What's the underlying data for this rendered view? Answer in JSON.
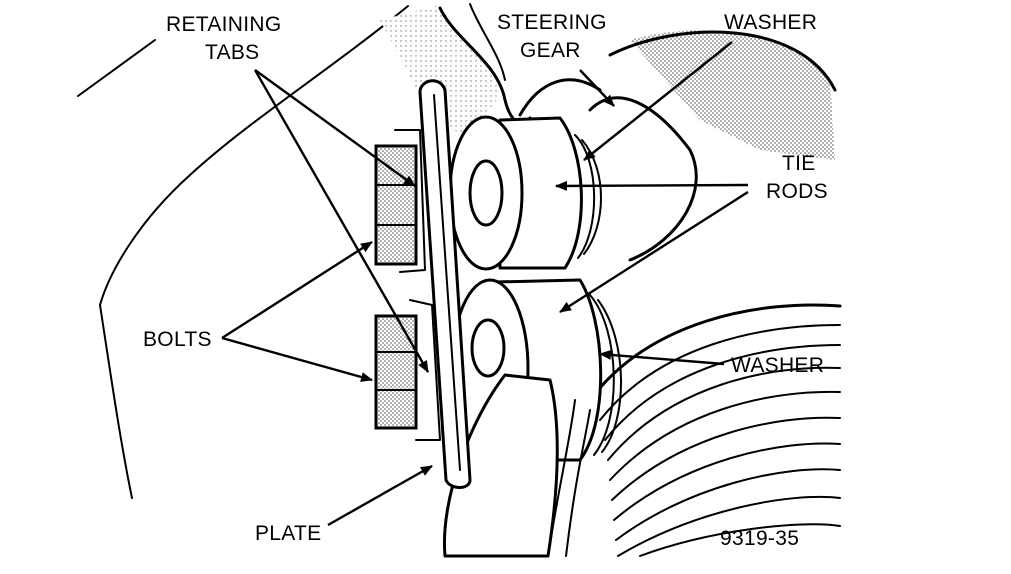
{
  "labels": {
    "retaining_tabs_1": "RETAINING",
    "retaining_tabs_2": "TABS",
    "steering_gear_1": "STEERING",
    "steering_gear_2": "GEAR",
    "washer_top": "WASHER",
    "tie_rods_1": "TIE",
    "tie_rods_2": "RODS",
    "bolts": "BOLTS",
    "washer_bottom": "WASHER",
    "plate": "PLATE",
    "figure_number": "9319-35"
  }
}
